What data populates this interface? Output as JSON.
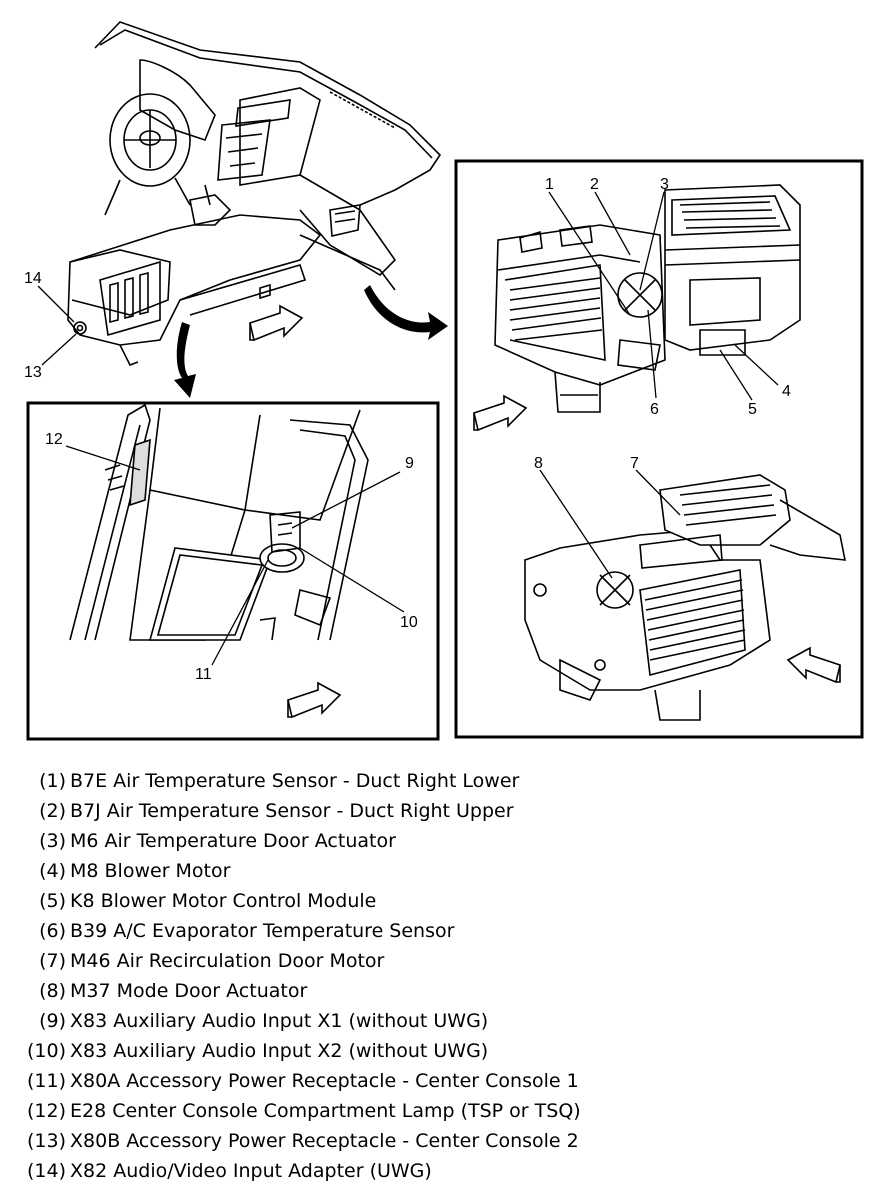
{
  "callouts": {
    "c1": "1",
    "c2": "2",
    "c3": "3",
    "c4": "4",
    "c5": "5",
    "c6": "6",
    "c7": "7",
    "c8": "8",
    "c9": "9",
    "c10": "10",
    "c11": "11",
    "c12": "12",
    "c13": "13",
    "c14": "14"
  },
  "legend": [
    {
      "num": "(1)",
      "text": "B7E Air Temperature Sensor - Duct Right Lower"
    },
    {
      "num": "(2)",
      "text": "B7J Air Temperature Sensor - Duct Right Upper"
    },
    {
      "num": "(3)",
      "text": "M6 Air Temperature Door Actuator"
    },
    {
      "num": "(4)",
      "text": "M8 Blower Motor"
    },
    {
      "num": "(5)",
      "text": "K8 Blower Motor Control Module"
    },
    {
      "num": "(6)",
      "text": "B39 A/C Evaporator Temperature Sensor"
    },
    {
      "num": "(7)",
      "text": "M46 Air Recirculation Door Motor"
    },
    {
      "num": "(8)",
      "text": "M37 Mode Door Actuator"
    },
    {
      "num": "(9)",
      "text": "X83 Auxiliary Audio Input X1 (without UWG)"
    },
    {
      "num": "(10)",
      "text": "X83 Auxiliary Audio Input X2 (without UWG)"
    },
    {
      "num": "(11)",
      "text": "X80A Accessory Power Receptacle - Center Console 1"
    },
    {
      "num": "(12)",
      "text": "E28 Center Console Compartment Lamp (TSP or TSQ)"
    },
    {
      "num": "(13)",
      "text": "X80B Accessory Power Receptacle - Center Console 2"
    },
    {
      "num": "(14)",
      "text": "X82 Audio/Video Input Adapter (UWG)"
    }
  ]
}
